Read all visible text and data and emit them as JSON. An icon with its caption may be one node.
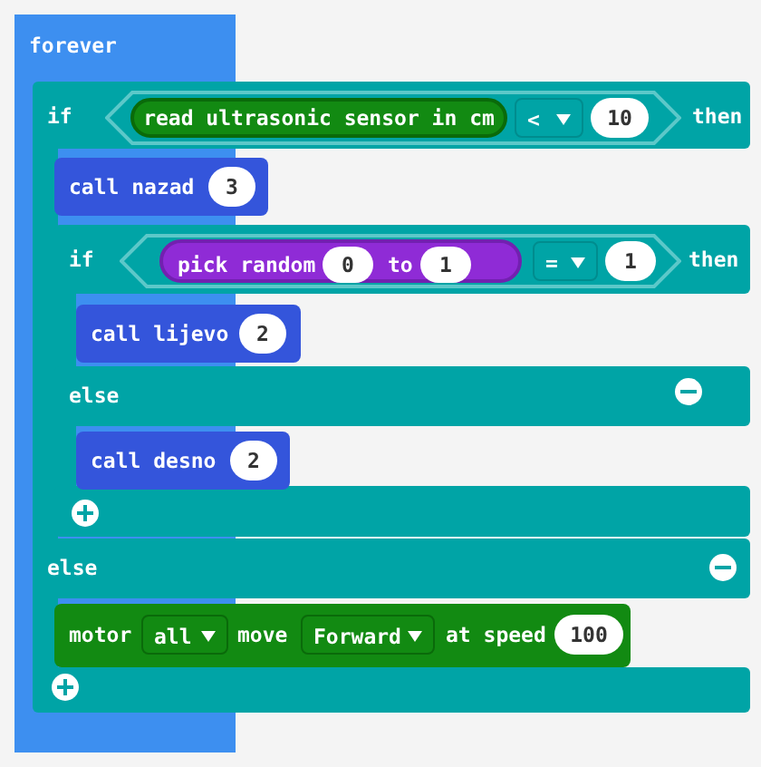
{
  "diagram": {
    "nodes": [
      {
        "text": [
          "forever"
        ]
      },
      {
        "text": [
          "if",
          "then",
          "else"
        ],
        "in": 0
      },
      {
        "text": [],
        "shape": "hexagon",
        "in": 1
      },
      {
        "text": [
          "read ultrasonic sensor in cm"
        ],
        "in": 2
      },
      {
        "text": [
          "<"
        ],
        "in": 2
      },
      {
        "text": [
          "10"
        ],
        "in": 2
      },
      {
        "text": [
          "call nazad"
        ],
        "in": 1
      },
      {
        "text": [
          "3"
        ],
        "in": 6
      },
      {
        "text": [
          "if",
          "then",
          "else"
        ],
        "in": 1
      },
      {
        "text": [],
        "shape": "hexagon",
        "in": 8
      },
      {
        "text": [
          "pick random",
          "to"
        ],
        "in": 9
      },
      {
        "text": [
          "0"
        ],
        "in": 10
      },
      {
        "text": [
          "1"
        ],
        "in": 10
      },
      {
        "text": [
          "="
        ],
        "in": 9
      },
      {
        "text": [
          "1"
        ],
        "in": 9
      },
      {
        "text": [
          "call lijevo"
        ],
        "in": 8
      },
      {
        "text": [
          "2"
        ],
        "in": 15
      },
      {
        "text": [
          "call desno"
        ],
        "in": 8
      },
      {
        "text": [
          "2"
        ],
        "in": 17
      },
      {
        "text": [
          "motor",
          "move",
          "at speed"
        ],
        "in": 1
      },
      {
        "text": [
          "all"
        ],
        "in": 19
      },
      {
        "text": [
          "Forward"
        ],
        "in": 19
      },
      {
        "text": [
          "100"
        ],
        "in": 19
      }
    ]
  }
}
